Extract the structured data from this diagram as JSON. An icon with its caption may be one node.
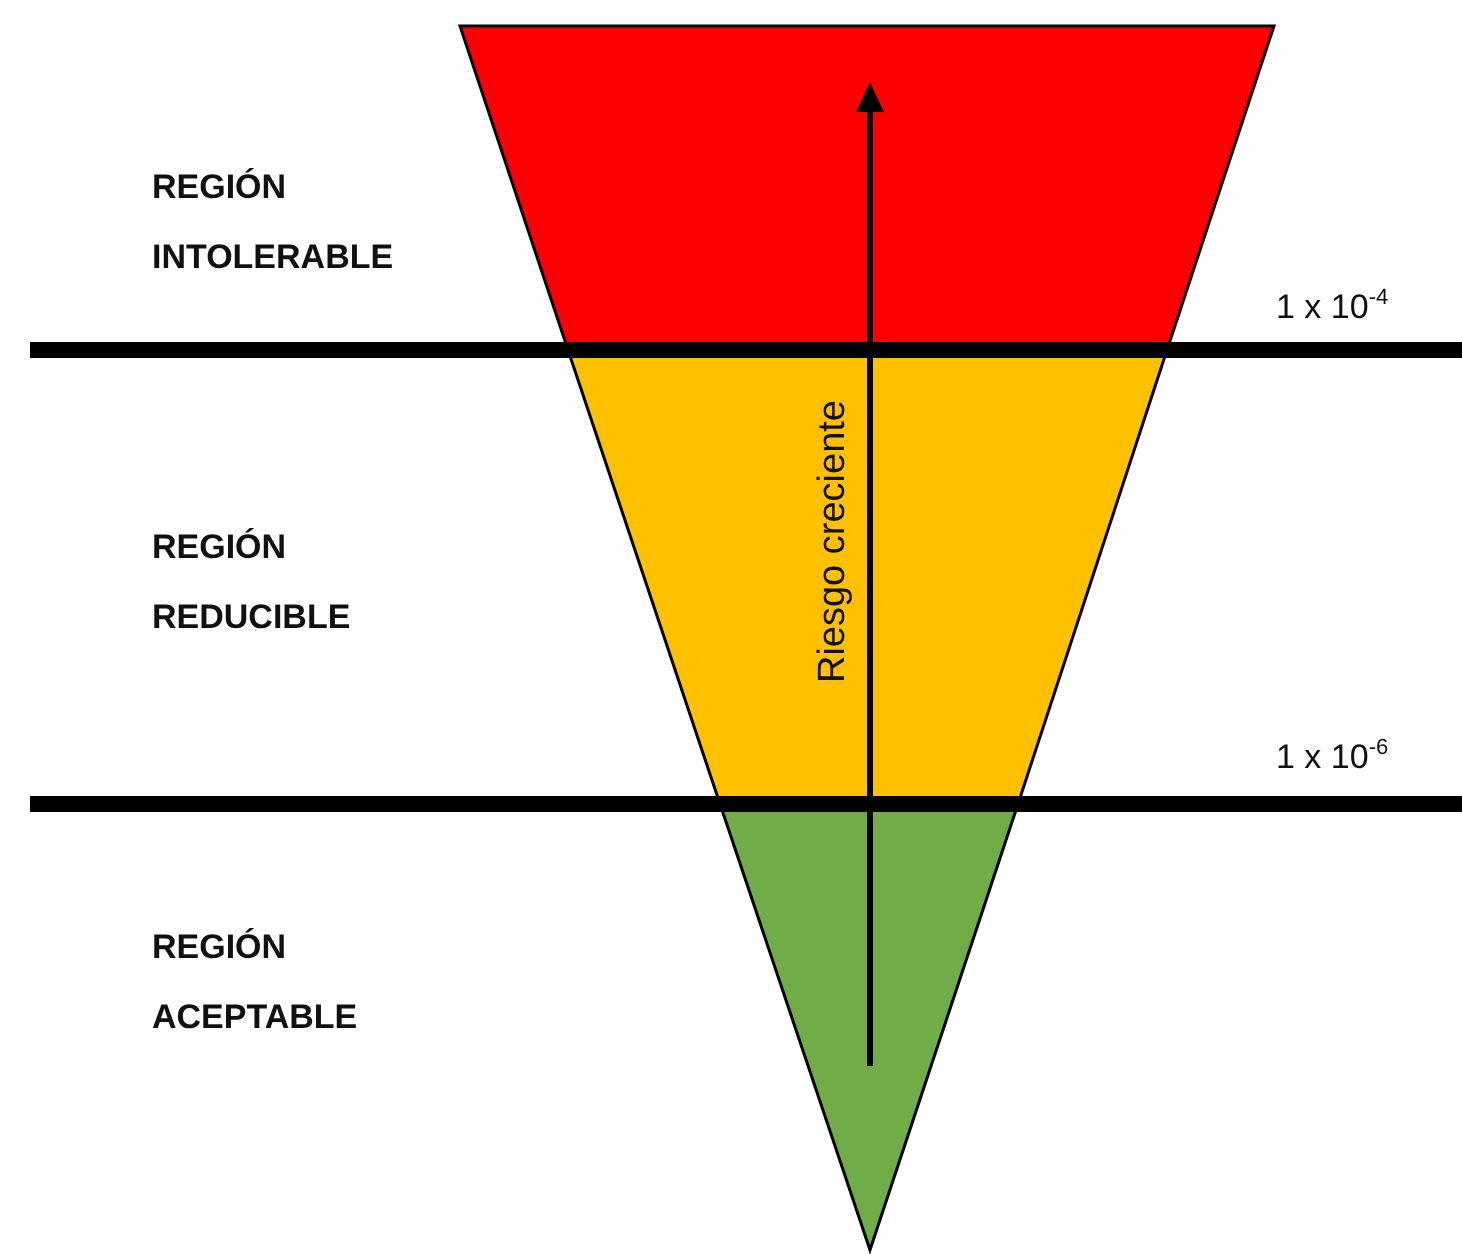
{
  "diagram": {
    "labels": [
      "REGIÓN INTOLERABLE",
      "1 x 10$^{-4}$",
      "REGIÓN REDUCIBLE",
      "Riesgo creciente",
      "1 x 10$^{-6}$",
      "REGIÓN ACEPTABLE"
    ]
  }
}
